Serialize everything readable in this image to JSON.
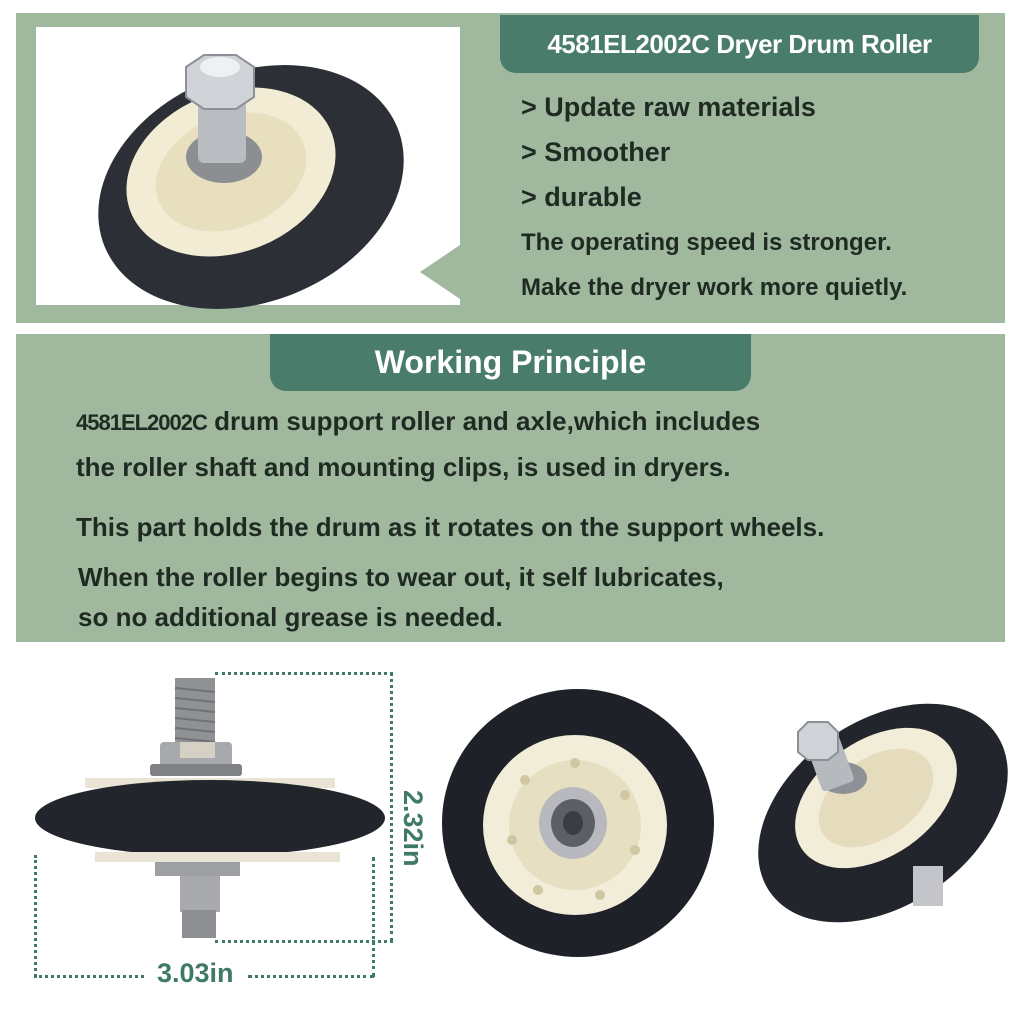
{
  "product": {
    "title": "4581EL2002C Dryer Drum Roller",
    "features": [
      "> Update raw materials",
      "> Smoother",
      "> durable"
    ],
    "benefits": [
      "The operating speed is stronger.",
      "Make the dryer work more quietly."
    ]
  },
  "working_principle": {
    "title": "Working Principle",
    "part_code": "4581EL2002C",
    "line1_rest": " drum support roller and axle,which includes",
    "line2": "the roller shaft and mounting clips, is used in dryers.",
    "line3": "This part holds the drum as it rotates on the support wheels.",
    "line4": "When the roller begins to wear out, it self lubricates,",
    "line5": "so no additional grease is needed."
  },
  "dimensions": {
    "height": "2.32in",
    "width": "3.03in"
  },
  "colors": {
    "panel_bg": "#9fb89e",
    "badge_bg": "#4a7c6b",
    "dimension_text": "#3f7a64",
    "body_text": "#1e2a22"
  }
}
